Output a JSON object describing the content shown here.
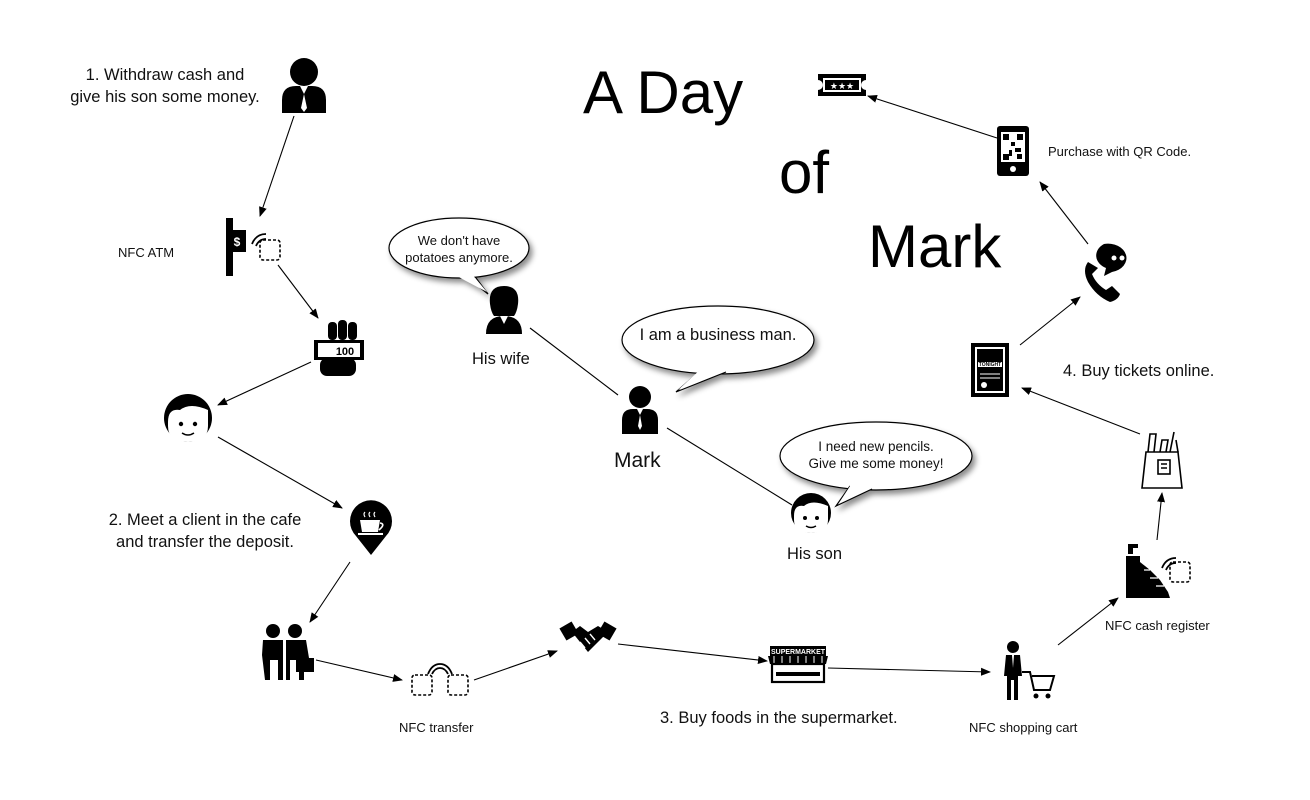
{
  "title": {
    "line1": "A Day",
    "line2": "of",
    "line3": "Mark"
  },
  "steps": {
    "step1_line1": "1. Withdraw cash and",
    "step1_line2": "give his son some money.",
    "step2_line1": "2. Meet a client in the cafe",
    "step2_line2": "and transfer the deposit.",
    "step3": "3. Buy foods in the supermarket.",
    "step4": "4. Buy tickets online."
  },
  "labels": {
    "nfc_atm": "NFC ATM",
    "nfc_transfer": "NFC transfer",
    "nfc_shopping_cart": "NFC shopping cart",
    "nfc_cash_register": "NFC cash register",
    "purchase_qr": "Purchase with QR Code.",
    "his_wife": "His wife",
    "mark": "Mark",
    "his_son": "His son"
  },
  "bubbles": {
    "wife_line1": "We don't have",
    "wife_line2": "potatoes anymore.",
    "mark": "I am a business man.",
    "son_line1": "I need new pencils.",
    "son_line2": "Give me some money!"
  },
  "icon_labels": {
    "cash_note": "100",
    "atm": "$",
    "supermarket": "SUPERMARKET",
    "poster": "TONIGHT"
  },
  "icons": [
    "businessman-icon",
    "atm-icon",
    "nfc-waves-icon",
    "hand-cash-icon",
    "boy-face-icon",
    "cafe-pin-icon",
    "two-people-icon",
    "nfc-transfer-icon",
    "handshake-icon",
    "supermarket-icon",
    "shopping-cart-man-icon",
    "cash-register-icon",
    "grocery-bag-icon",
    "poster-icon",
    "phone-chat-icon",
    "qr-phone-icon",
    "ticket-icon",
    "wife-icon",
    "son-icon"
  ]
}
